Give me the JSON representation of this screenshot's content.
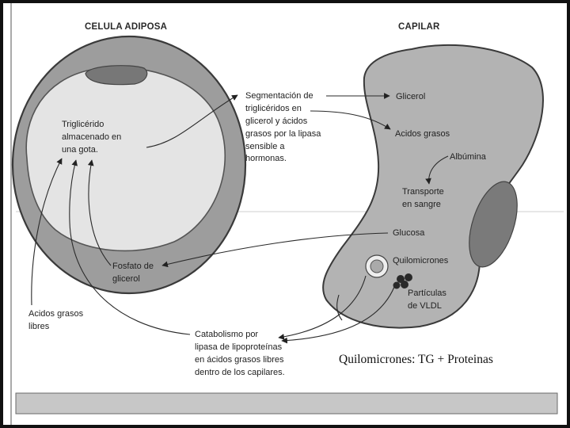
{
  "headers": {
    "adipose": "CELULA ADIPOSA",
    "capillary": "CAPILAR"
  },
  "labels": {
    "triglyceride": [
      "Triglicérido",
      "almacenado en",
      "una gota."
    ],
    "segmentation": [
      "Segmentación de",
      "triglicéridos en",
      "glicerol y ácidos",
      "grasos por la lipasa",
      "sensible a",
      "hormonas."
    ],
    "glycerol": "Glicerol",
    "fatty_acids": "Acidos grasos",
    "albumin": "Albúmina",
    "transport": [
      "Transporte",
      "en sangre"
    ],
    "glucose": "Glucosa",
    "glycerol_phosphate": [
      "Fosfato de",
      "glicerol"
    ],
    "chylomicrons": "Quilomicrones",
    "vldl": [
      "Partículas",
      "de VLDL"
    ],
    "free_fatty_acids": [
      "Acidos grasos",
      "libres"
    ],
    "catabolism": [
      "Catabolismo por",
      "lipasa de lipoproteínas",
      "en ácidos grasos libres",
      "dentro de los capilares."
    ]
  },
  "caption": "Quilomicrones: TG + Proteinas",
  "colors": {
    "cell_fill": "#9d9d9d",
    "droplet_fill": "#e4e4e4",
    "capillary_fill": "#b3b3b3",
    "nucleus_fill": "#777777",
    "footer_bar": "#c7c7c7"
  }
}
